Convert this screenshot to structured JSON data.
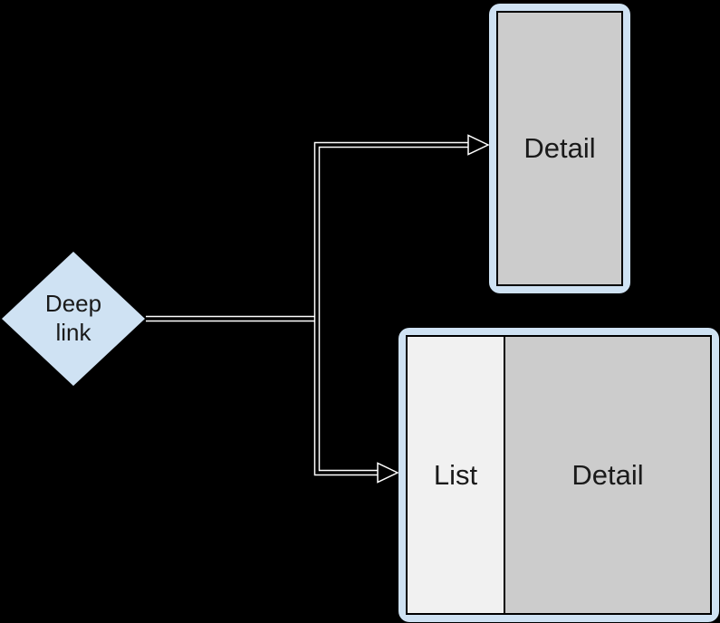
{
  "diagram": {
    "background_color": "#000000",
    "node_fill_color": "#cfe2f3",
    "screen_fill_color": "#cccccc",
    "list_fill_color": "#f1f1f1",
    "outline_color": "#000000",
    "arrow_casing_color": "#ffffff",
    "deep_link_node": {
      "label": "Deep link"
    },
    "phone_node": {
      "screen_label": "Detail"
    },
    "tablet_node": {
      "list_label": "List",
      "detail_label": "Detail"
    },
    "icons": {
      "arrowhead": "open-triangle-arrowhead",
      "decision_shape": "diamond"
    }
  }
}
